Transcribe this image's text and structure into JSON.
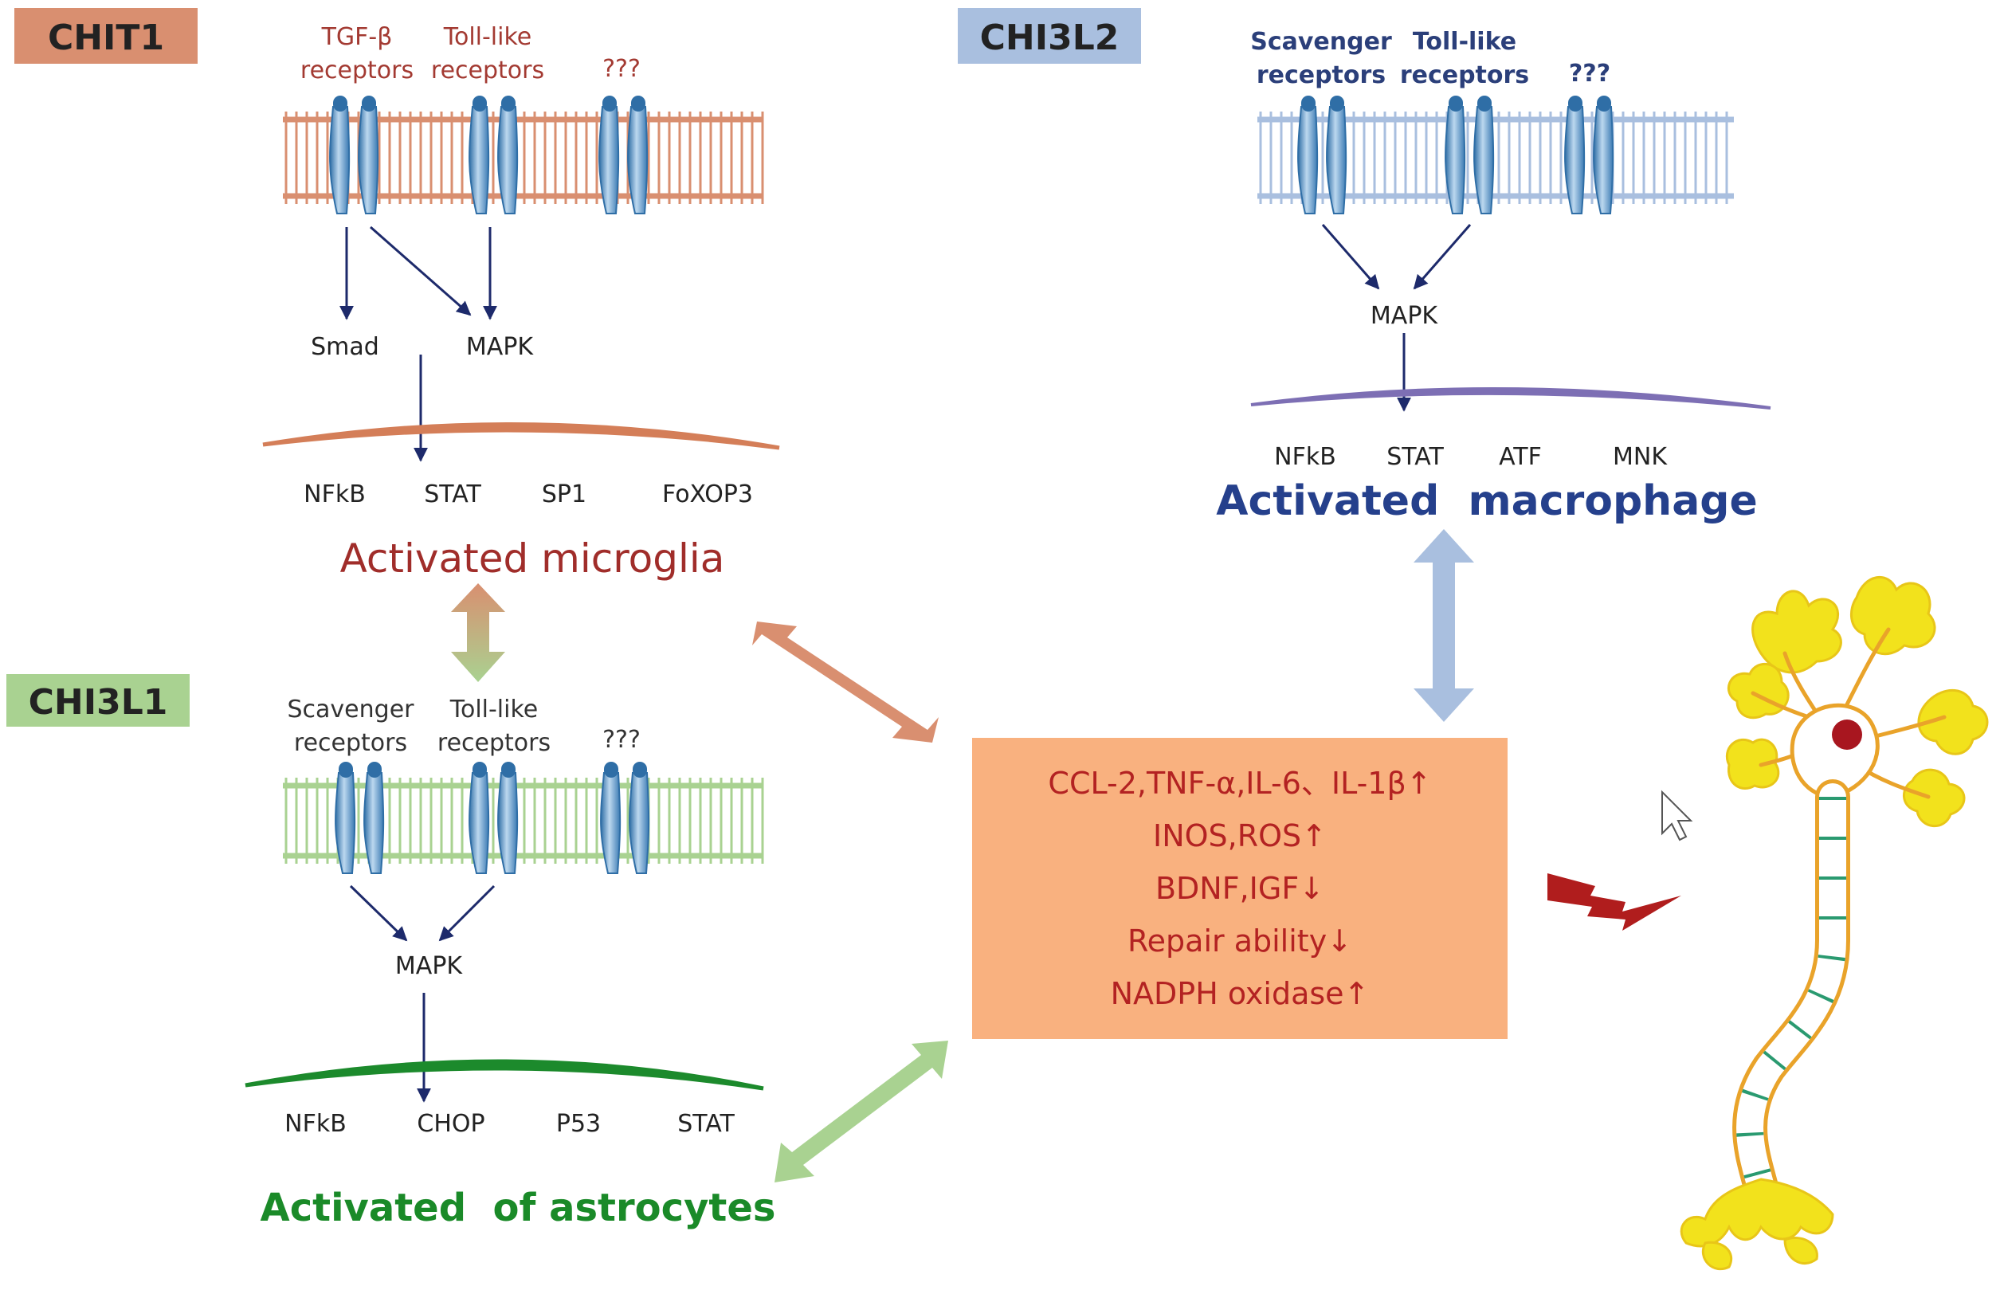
{
  "colors": {
    "chit1": "#d98f70",
    "chi3l2": "#a9bfdf",
    "chi3l1": "#a9d291",
    "microglia_text": "#a02d2a",
    "macrophage_text": "#25408c",
    "astrocyte_text": "#1a8a28",
    "effect_box": "#f9b17f",
    "effect_text": "#b32222",
    "arrow": "#1d2a6b",
    "neuron_axon": "#e9a32a",
    "neuron_dendrite": "#f2e21c",
    "neuron_myelin": "#2a9a70",
    "lightning": "#b01d1d"
  },
  "chit1": {
    "tag": "CHIT1",
    "receptors": [
      {
        "line1": "TGF-β",
        "line2": "receptors"
      },
      {
        "line1": "Toll-like",
        "line2": "receptors"
      },
      {
        "line1": "???",
        "line2": ""
      }
    ],
    "mediators": [
      "Smad",
      "MAPK"
    ],
    "factors": [
      "NFkB",
      "STAT",
      "SP1",
      "FoXOP3"
    ],
    "cell": "Activated microglia"
  },
  "chi3l2": {
    "tag": "CHI3L2",
    "receptors": [
      {
        "line1": "Scavenger",
        "line2": "receptors"
      },
      {
        "line1": "Toll-like",
        "line2": "receptors"
      },
      {
        "line1": "???",
        "line2": ""
      }
    ],
    "mediator": "MAPK",
    "factors": [
      "NFkB",
      "STAT",
      "ATF",
      "MNK"
    ],
    "cell": "Activated  macrophage"
  },
  "chi3l1": {
    "tag": "CHI3L1",
    "receptors": [
      {
        "line1": "Scavenger",
        "line2": "receptors"
      },
      {
        "line1": "Toll-like",
        "line2": "receptors"
      },
      {
        "line1": "???",
        "line2": ""
      }
    ],
    "mediator": "MAPK",
    "factors": [
      "NFkB",
      "CHOP",
      "P53",
      "STAT"
    ],
    "cell": "Activated  of astrocytes"
  },
  "effects": [
    "CCL-2,TNF-α,IL-6、IL-1β↑",
    "INOS,ROS↑",
    "BDNF,IGF↓",
    "Repair ability↓",
    "NADPH oxidase↑"
  ]
}
